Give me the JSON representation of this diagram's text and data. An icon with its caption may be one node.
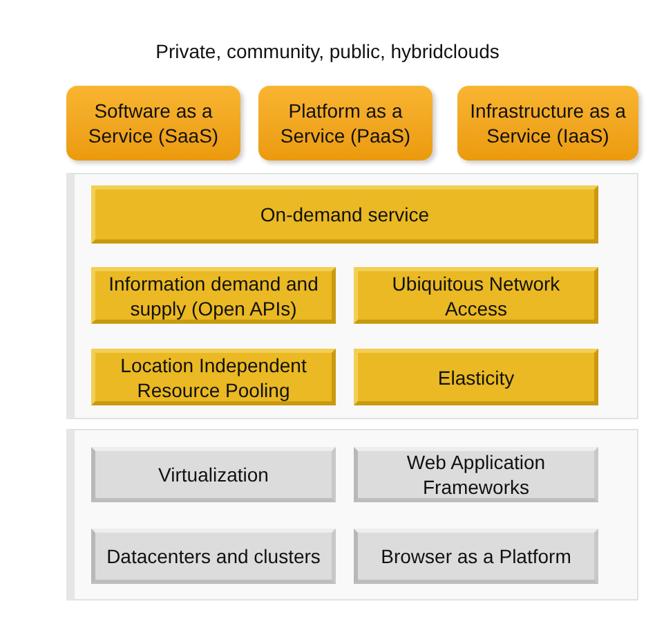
{
  "diagram": {
    "title": "Private, community, public, hybridclouds",
    "nodes": [
      {
        "text": [
          "Software as a Service (SaaS)"
        ]
      },
      {
        "text": [
          "Platform as a Service (PaaS)"
        ]
      },
      {
        "text": [
          "Infrastructure as a Service (IaaS)"
        ]
      },
      {
        "text": [],
        "shape": "box"
      },
      {
        "text": [
          "On-demand service"
        ],
        "in": 3
      },
      {
        "text": [
          "Information demand and supply (Open APIs)"
        ],
        "in": 3
      },
      {
        "text": [
          "Ubiquitous Network Access"
        ],
        "in": 3
      },
      {
        "text": [
          "Location Independent Resource Pooling"
        ],
        "in": 3
      },
      {
        "text": [
          "Elasticity"
        ],
        "in": 3
      },
      {
        "text": [],
        "shape": "box"
      },
      {
        "text": [
          "Virtualization"
        ],
        "in": 9
      },
      {
        "text": [
          "Web Application Frameworks"
        ],
        "in": 9
      },
      {
        "text": [
          "Datacenters and clusters"
        ],
        "in": 9
      },
      {
        "text": [
          "Browser as a Platform"
        ],
        "in": 9
      }
    ]
  }
}
